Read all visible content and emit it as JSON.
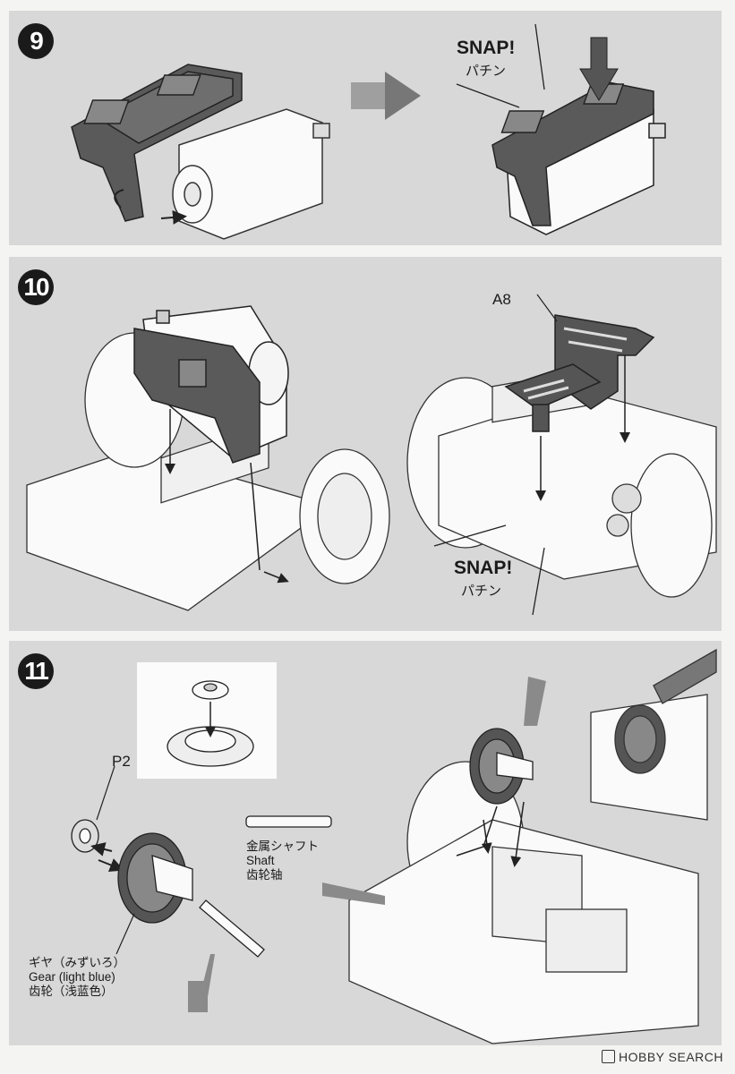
{
  "steps": [
    {
      "number": "9",
      "snap_en": "SNAP!",
      "snap_jp": "パチン"
    },
    {
      "number": "10",
      "part_label": "A8",
      "snap_en": "SNAP!",
      "snap_jp": "パチン"
    },
    {
      "number": "11",
      "part_label": "P2",
      "shaft_label": {
        "jp": "金属シャフト",
        "en": "Shaft",
        "cn": "齿轮轴"
      },
      "gear_label": {
        "jp": "ギヤ（みずいろ）",
        "en": "Gear (light blue)",
        "cn": "齿轮（浅蓝色）"
      }
    }
  ],
  "watermark": "HOBBY SEARCH",
  "colors": {
    "panel": "#d8d8d8",
    "page": "#f4f4f2",
    "part_dark": "#555555",
    "line": "#1a1a1a",
    "glue": "#8a8a8a"
  }
}
